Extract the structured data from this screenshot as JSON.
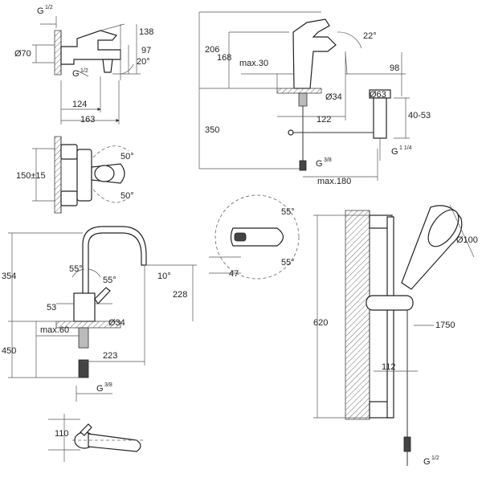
{
  "bath_mixer": {
    "g_thread": "G",
    "g_thread_exp": "1/2",
    "g_thread_inlet": "G",
    "g_thread_inlet_exp": "1/2",
    "d_138": "138",
    "d_97": "97",
    "d_70": "Ø70",
    "d_20deg": "20°",
    "d_124": "124",
    "d_163": "163",
    "d_150": "150±15",
    "d_50a": "50°",
    "d_50b": "50°"
  },
  "basin_mixer": {
    "d_206": "206",
    "d_168": "168",
    "d_max30": "max.30",
    "d_22deg": "22°",
    "d_98": "98",
    "d_d34": "Ø34",
    "d_d63": "Ø63",
    "d_350": "350",
    "d_122": "122",
    "d_40_53": "40-53",
    "d_g114": "G",
    "d_g114_exp": "1 1/4",
    "d_g38": "G",
    "d_g38_exp": "3/8",
    "d_max180": "max.180"
  },
  "kitchen_mixer": {
    "d_354": "354",
    "d_55a": "55°",
    "d_55b": "55°",
    "d_10deg": "10°",
    "d_228": "228",
    "d_53": "53",
    "d_max60": "max.60",
    "d_d34": "Ø34",
    "d_450": "450",
    "d_223": "223",
    "d_g38": "G",
    "d_g38_exp": "3/8",
    "d_110": "110"
  },
  "top_view": {
    "d_55a": "55°",
    "d_55b": "55°",
    "d_47": "47"
  },
  "shower_set": {
    "d_620": "620",
    "d_d100": "Ø100",
    "d_1750": "1750",
    "d_112": "112",
    "d_g12": "G",
    "d_g12_exp": "1/2"
  }
}
